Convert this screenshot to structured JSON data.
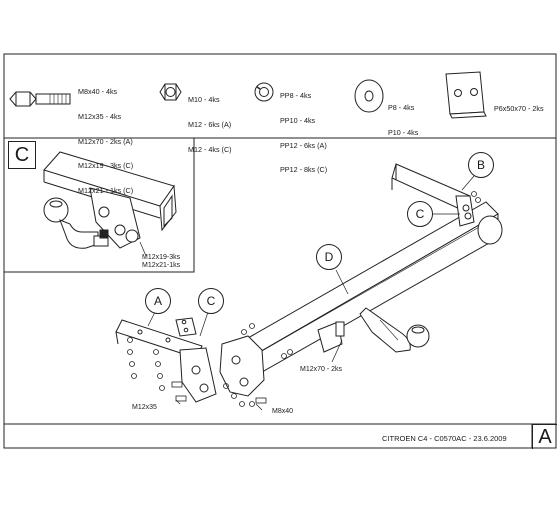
{
  "hardware": {
    "bolt": [
      "M8x40 - 4ks",
      "M12x35 - 4ks",
      "M12x70 - 2ks (A)",
      "M12x19 - 3ks (C)",
      "M12x21 - 1ks (C)"
    ],
    "nut": [
      "M10 - 4ks",
      "M12 - 6ks (A)",
      "M12 - 4ks (C)"
    ],
    "lockwasher": [
      "PP8 - 4ks",
      "PP10 - 4ks",
      "PP12 - 6ks (A)",
      "PP12 - 8ks (C)"
    ],
    "washer": [
      "P8 - 4ks",
      "P10 - 4ks"
    ],
    "plate": [
      "P6x50x70 - 2ks"
    ]
  },
  "inset": {
    "letter": "C",
    "bolts_note": [
      "M12x19-3ks",
      "M12x21-1ks"
    ]
  },
  "callouts": {
    "a": "A",
    "b": "B",
    "c_top": "C",
    "c_left": "C",
    "d": "D"
  },
  "part_labels": {
    "m12x70": "M12x70 - 2ks",
    "m12x35": "M12x35",
    "m8x40": "M8x40"
  },
  "footer": {
    "title": "CITROEN C4 - C0570AC - 23.6.2009",
    "sheet": "A"
  }
}
